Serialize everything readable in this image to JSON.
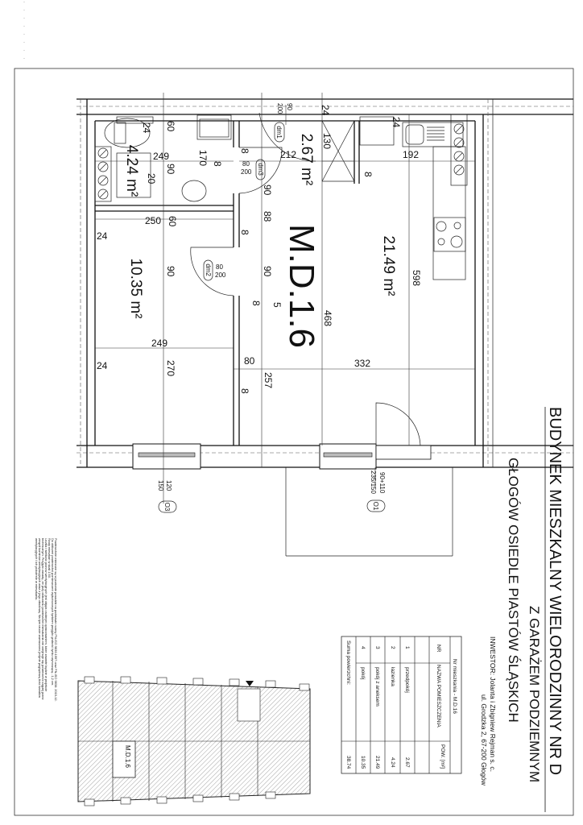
{
  "title_block": {
    "line1": "BUDYNEK MIESZKALNY WIELORODZINNY NR D",
    "line2": "Z GARAŻEM PODZIEMNYM",
    "line3": "GŁOGÓW OSIEDLE PIASTÓW ŚLĄSKICH",
    "investor": "INWESTOR:  Jolanta i Zbigniew Rejman s. c.",
    "address": "ul. Grodzka 2, 67-200 Głogów"
  },
  "apartment_label": "M.D.1.6",
  "rooms": {
    "hall_area": "2.67 m²",
    "bathroom_area": "4.24 m²",
    "living_area": "21.49 m²",
    "bedroom_area": "10.35 m²"
  },
  "dimensions": {
    "d24a": "24",
    "d60a": "60",
    "d249a": "249",
    "d90a": "90",
    "d170": "170",
    "d20": "20",
    "d8a": "8",
    "d250": "250",
    "d60b": "60",
    "d212": "212",
    "d130": "130",
    "d24b": "24",
    "d24c": "24",
    "d192": "192",
    "d8b": "8",
    "d598": "598",
    "d468": "468",
    "d332": "332",
    "d88": "88",
    "d8c": "8",
    "d90b": "90",
    "d90c": "90",
    "d5": "5",
    "d8d": "8",
    "d249b": "249",
    "d270": "270",
    "d80": "80",
    "d257": "257",
    "d8e": "8",
    "d24d": "24",
    "d24e": "24",
    "d90d": "90",
    "d8f": "8"
  },
  "doors": {
    "dm1": {
      "tag": "dm1",
      "width": "90",
      "height": "200"
    },
    "dm2": {
      "tag": "dm2",
      "width": "80",
      "height": "200"
    },
    "dm3": {
      "tag": "dm3",
      "width": "80",
      "height": "200"
    }
  },
  "windows": {
    "o3": {
      "tag": "O3",
      "width": "120",
      "height": "150"
    },
    "o1": {
      "tag": "O1",
      "size": "90+110",
      "height": "235/150"
    }
  },
  "table": {
    "caption": "Nr mieszkania - M.D.16",
    "headers": {
      "nr": "NR",
      "name": "NAZWA POMIESZCZENIA",
      "area": "POW. [m²]"
    },
    "rows": [
      {
        "nr": "1",
        "name": "przedpokój",
        "area": "2.67"
      },
      {
        "nr": "2",
        "name": "łazienka",
        "area": "4.24"
      },
      {
        "nr": "3",
        "name": "pokój z aneksem",
        "area": "21.49"
      },
      {
        "nr": "4",
        "name": "pokój",
        "area": "10.35"
      }
    ],
    "sum_label": "Suma powierzchni:",
    "sum_value": "38.74"
  },
  "notes": [
    "Powierzchnie mierzone są w poziomie posadzki na podstawie normy PN-ISO 9836:1997 oraz PN-ISO 9836: 2015-12.",
    "Do obliczeń powierzchni pomieszczeń wykończonych tynkiem przyjęto grubość tynku wynoszącą - 1,2 cm.",
    "Rzuty mieszkań w skali 1:50.",
    "Liczba i wielkość pionów wentylacyjnych jest objęta osobnym opracowaniem, które zawarte będzie w projekcie",
    "technicznym. Przyjęto zasadę, że przy obliczaniu powierzchni mieszkania nie odejmuje się powierzchni zajętej przez",
    "zespół kominów wentylacyjnych wraz z jego obudową. Na tym rzucie zaznaczono jedynie poglądową ilość kanałów",
    "wentylacyjnych i ich położenie w mieszkaniu."
  ],
  "key_plan": {
    "marker": "M.D.1.6"
  }
}
